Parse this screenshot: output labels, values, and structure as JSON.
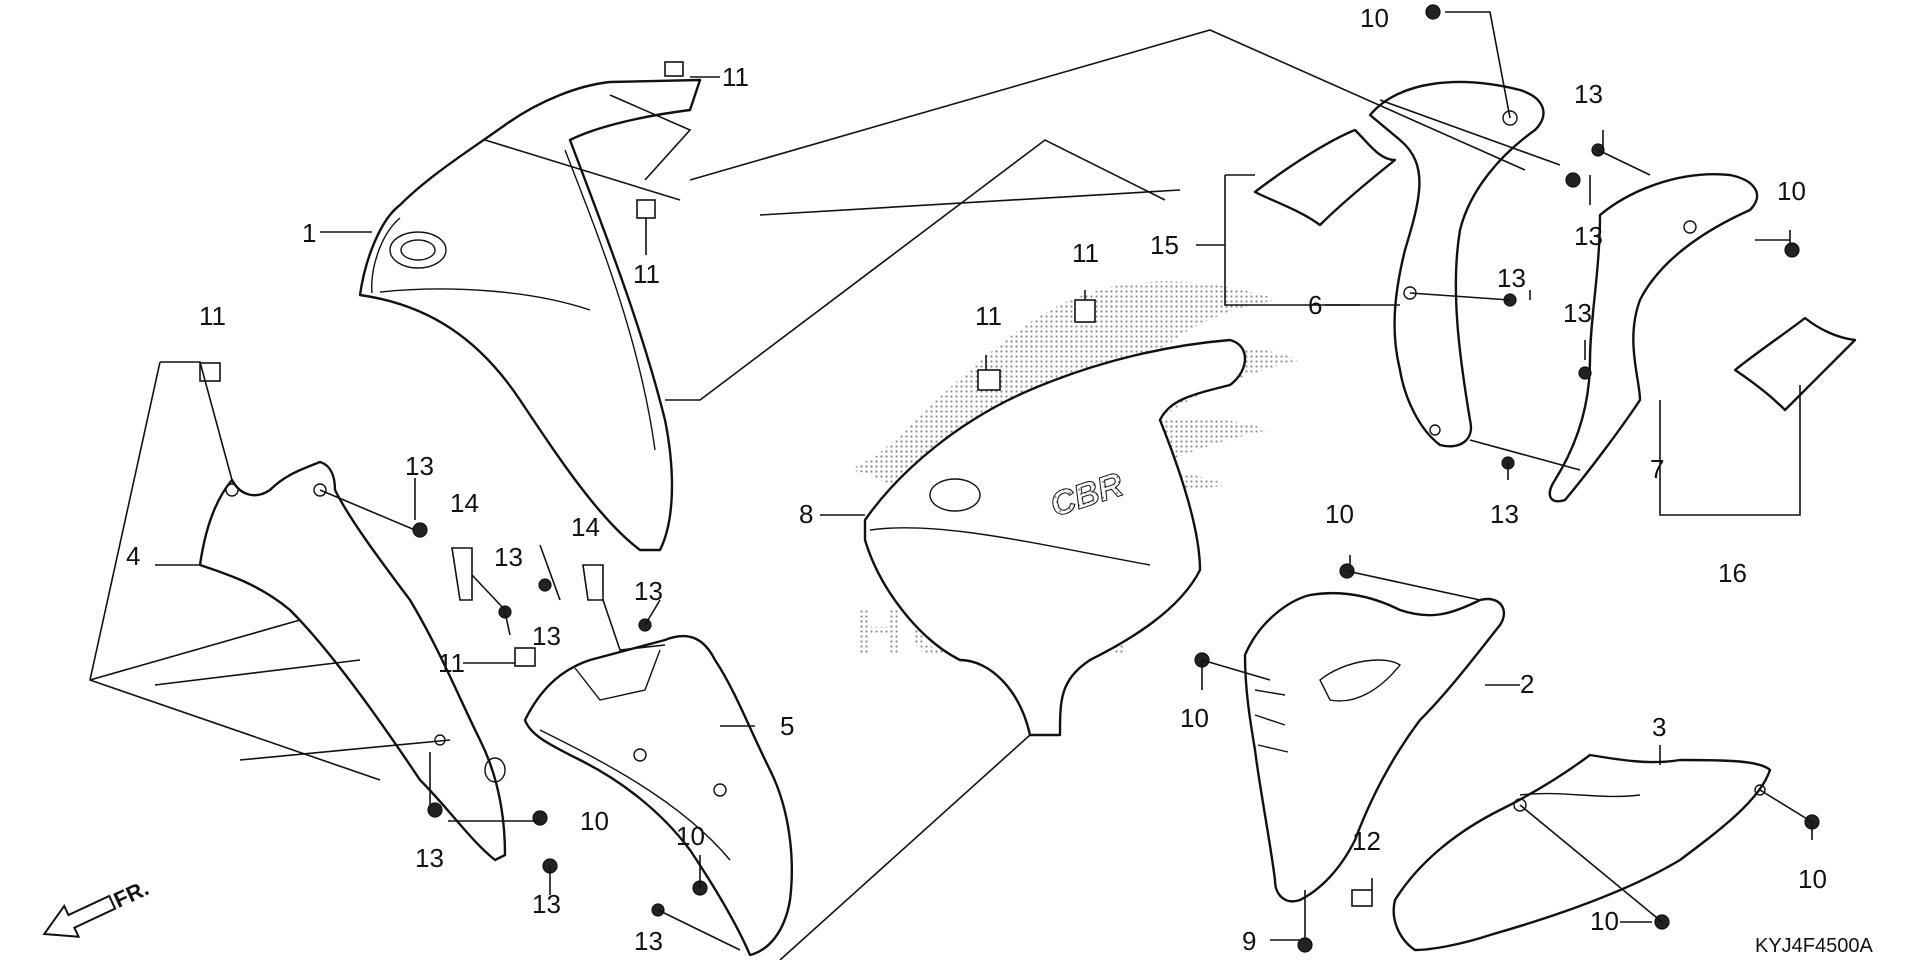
{
  "diagram": {
    "code": "KYJ4F4500A",
    "front_marker": "FR.",
    "honda_logo": "HONDA",
    "cbr_logo": "CBR",
    "colors": {
      "line": "#111111",
      "background": "#ffffff",
      "screen": "#9a9a9a"
    },
    "callouts": [
      "1",
      "2",
      "3",
      "4",
      "5",
      "6",
      "7",
      "8",
      "9",
      "10",
      "11",
      "12",
      "13",
      "14",
      "15",
      "16"
    ]
  },
  "labels": [
    {
      "id": "l-11a",
      "text": "11"
    },
    {
      "id": "l-11b",
      "text": "11"
    },
    {
      "id": "l-1",
      "text": "1"
    },
    {
      "id": "l-11c",
      "text": "11"
    },
    {
      "id": "l-4",
      "text": "4"
    },
    {
      "id": "l-13a",
      "text": "13"
    },
    {
      "id": "l-14a",
      "text": "14"
    },
    {
      "id": "l-13b",
      "text": "13"
    },
    {
      "id": "l-13c",
      "text": "13"
    },
    {
      "id": "l-14b",
      "text": "14"
    },
    {
      "id": "l-13d",
      "text": "13"
    },
    {
      "id": "l-11d",
      "text": "11"
    },
    {
      "id": "l-5",
      "text": "5"
    },
    {
      "id": "l-13e",
      "text": "13"
    },
    {
      "id": "l-10a",
      "text": "10"
    },
    {
      "id": "l-13f",
      "text": "13"
    },
    {
      "id": "l-10b",
      "text": "10"
    },
    {
      "id": "l-13g",
      "text": "13"
    },
    {
      "id": "l-11e",
      "text": "11"
    },
    {
      "id": "l-11f",
      "text": "11"
    },
    {
      "id": "l-8",
      "text": "8"
    },
    {
      "id": "l-10c",
      "text": "10"
    },
    {
      "id": "l-15",
      "text": "15"
    },
    {
      "id": "l-6",
      "text": "6"
    },
    {
      "id": "l-13h",
      "text": "13"
    },
    {
      "id": "l-13i",
      "text": "13"
    },
    {
      "id": "l-13j",
      "text": "13"
    },
    {
      "id": "l-13k",
      "text": "13"
    },
    {
      "id": "l-13l",
      "text": "13"
    },
    {
      "id": "l-10d",
      "text": "10"
    },
    {
      "id": "l-7",
      "text": "7"
    },
    {
      "id": "l-16",
      "text": "16"
    },
    {
      "id": "l-10e",
      "text": "10"
    },
    {
      "id": "l-2",
      "text": "2"
    },
    {
      "id": "l-10f",
      "text": "10"
    },
    {
      "id": "l-3",
      "text": "3"
    },
    {
      "id": "l-12",
      "text": "12"
    },
    {
      "id": "l-10g",
      "text": "10"
    },
    {
      "id": "l-10h",
      "text": "10"
    },
    {
      "id": "l-9",
      "text": "9"
    }
  ]
}
